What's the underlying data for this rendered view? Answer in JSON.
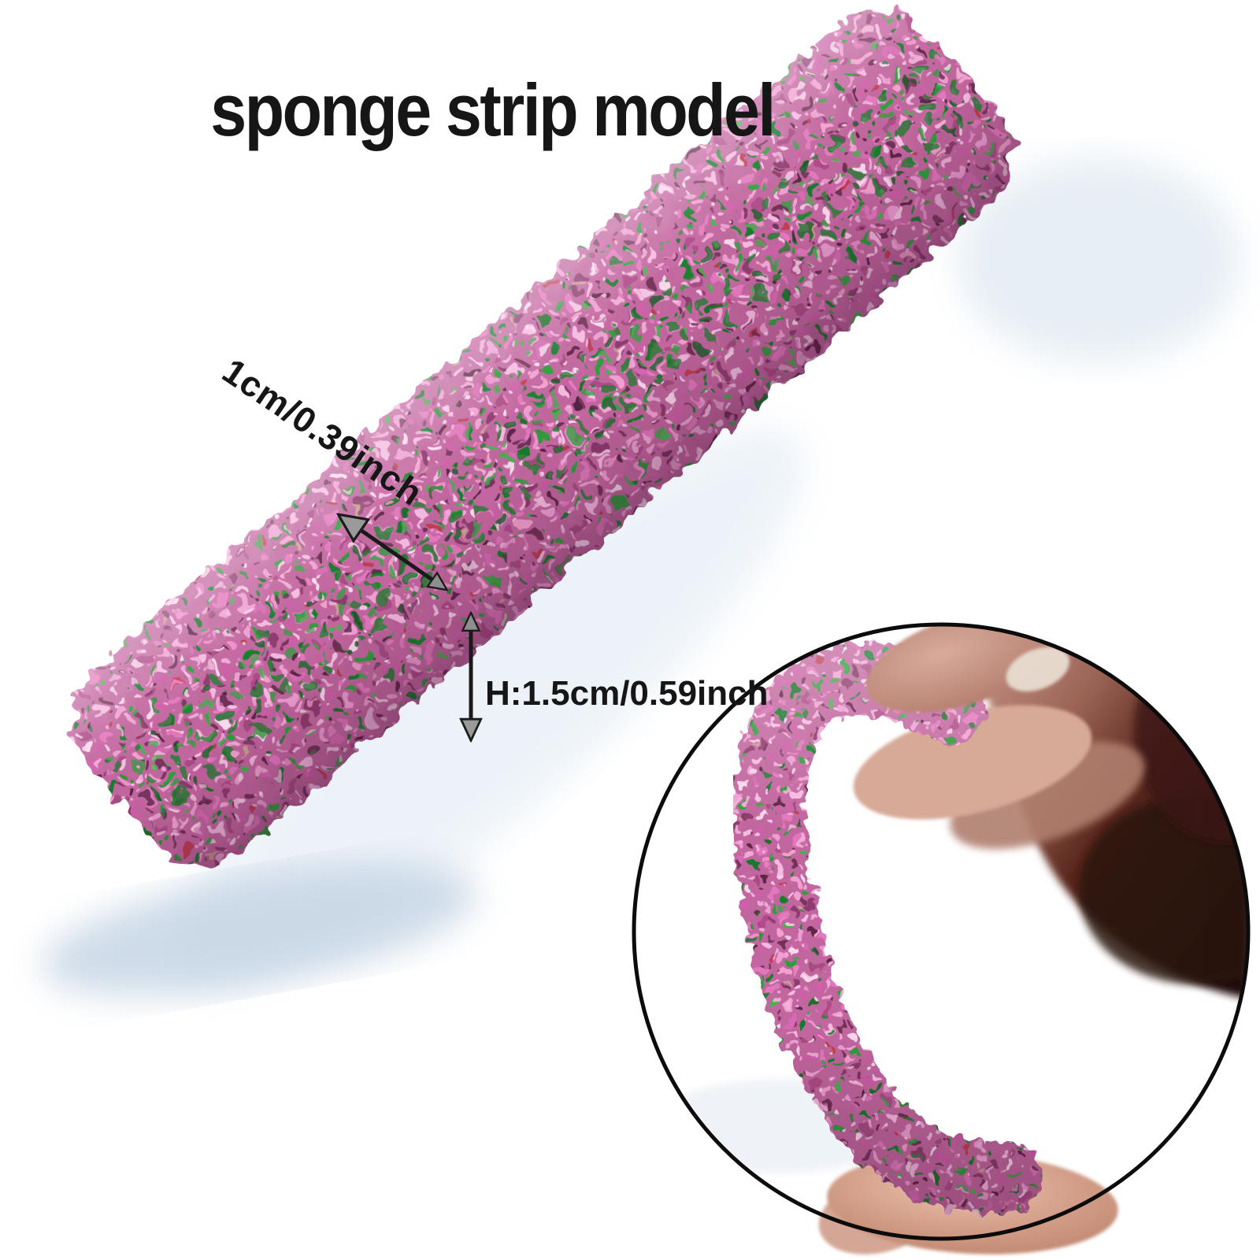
{
  "title": "sponge strip model",
  "annotations": {
    "width_label": "1cm/0.39inch",
    "height_label": "H:1.5cm/0.59inch"
  },
  "product": {
    "main_view": "diagonal flower sponge strip",
    "inset_view": "sponge strip bent into a hook between fingers"
  },
  "colors": {
    "background": "#ffffff",
    "ink": "#161616",
    "pink_primary": "#c2669f",
    "pink_light": "#f2a8d6",
    "pink_deep": "#8e3a6f",
    "green_accent": "#2f9e3c",
    "flesh": "#d7a997",
    "shadow_blue": "#dbe6f2"
  }
}
